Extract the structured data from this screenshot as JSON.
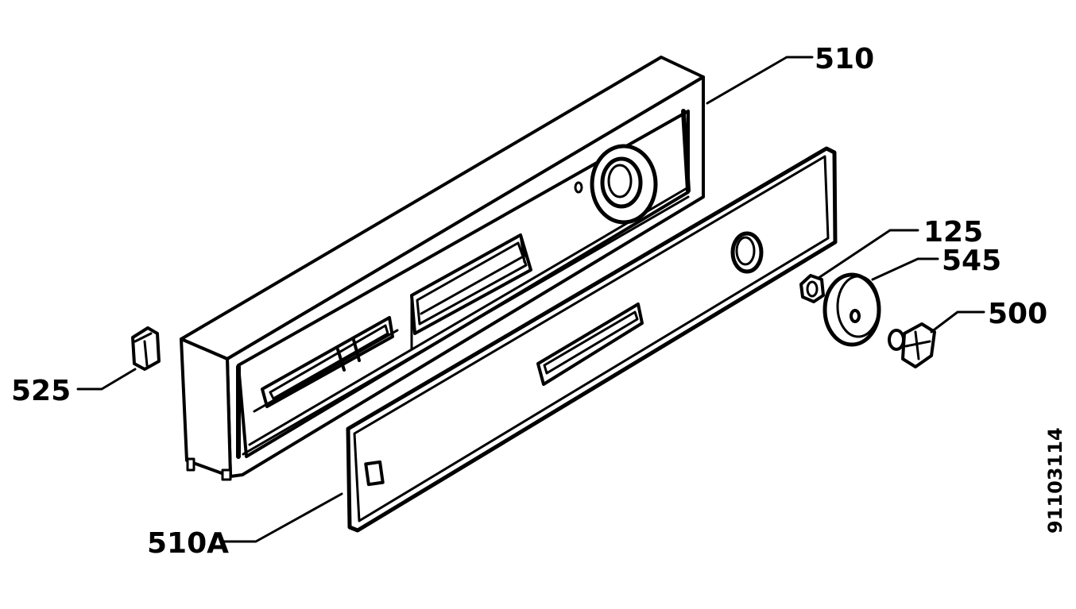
{
  "callouts": {
    "control_panel": "510",
    "fascia_plate": "510A",
    "cap": "525",
    "nut": "125",
    "ring": "545",
    "knob": "500"
  },
  "drawing_reference": "91103114",
  "colors": {
    "ink": "#000000",
    "paper": "#ffffff"
  }
}
